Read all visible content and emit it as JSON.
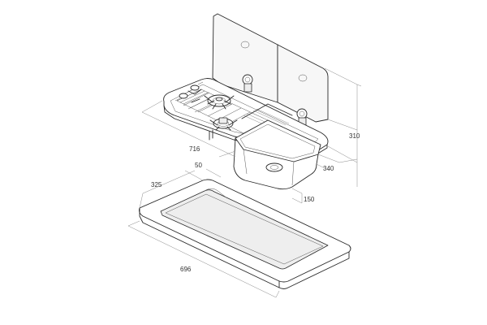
{
  "dimensions": {
    "width_top": "716",
    "height_lid": "310",
    "depth_top": "340",
    "height_bowl": "150",
    "rim_width": "50",
    "cutout_depth": "325",
    "cutout_width": "696"
  }
}
